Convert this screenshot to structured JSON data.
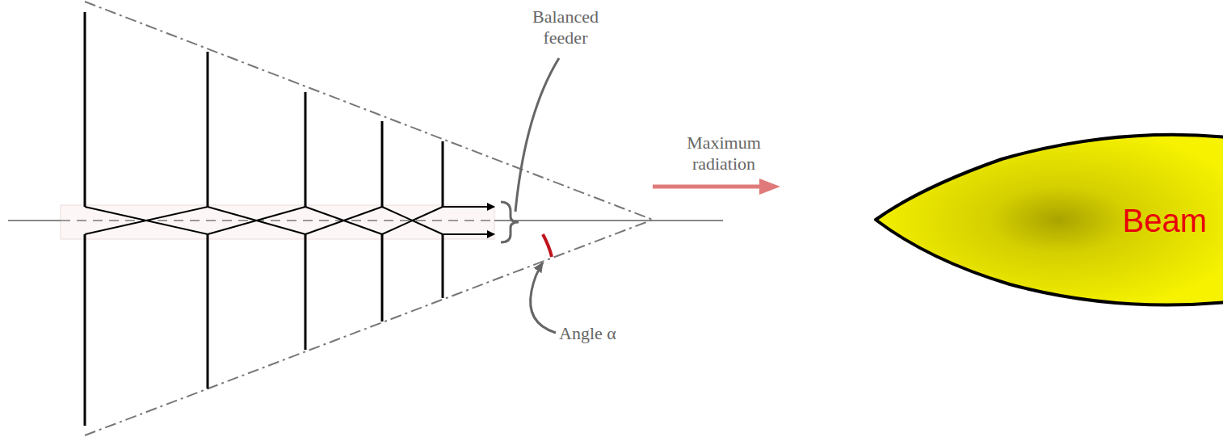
{
  "diagram": {
    "nodes": [
      {
        "text": [
          "Beam"
        ]
      }
    ],
    "labels": [
      "Balanced feeder",
      "Maximum radiation",
      "Angle α"
    ]
  }
}
